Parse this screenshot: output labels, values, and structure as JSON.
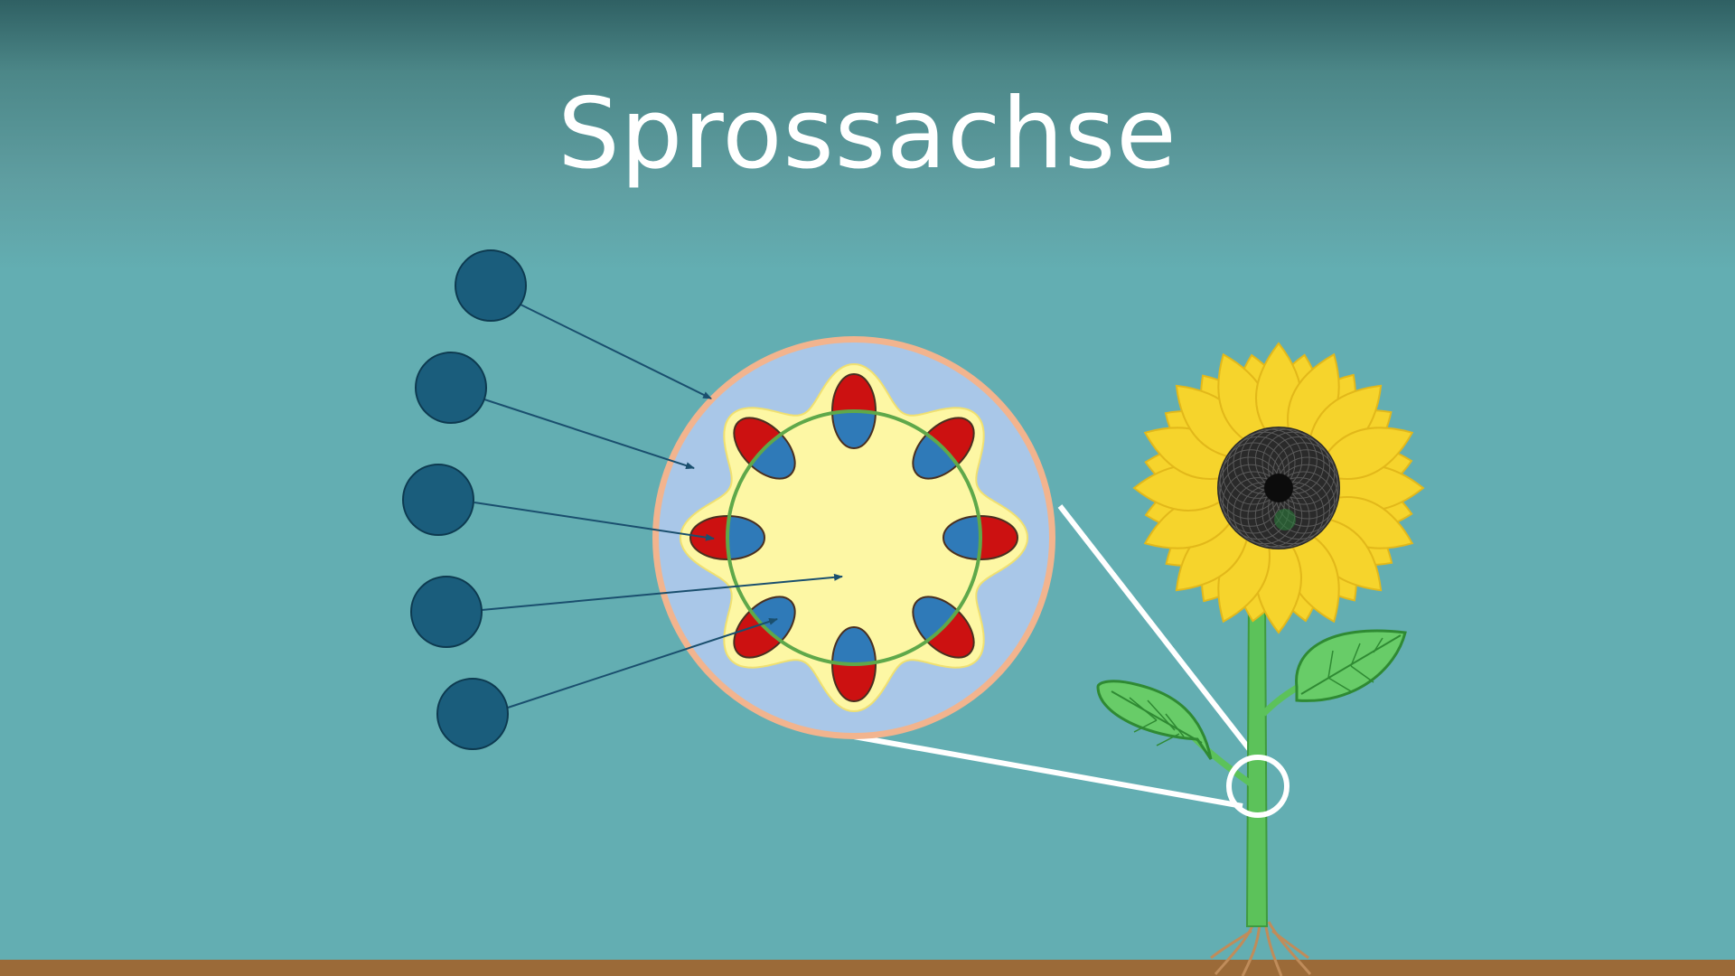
{
  "title": "Sprossachse",
  "label_markers": [
    {
      "id": "marker-1",
      "target": "epidermis"
    },
    {
      "id": "marker-2",
      "target": "cortex"
    },
    {
      "id": "marker-3",
      "target": "vascular-bundle"
    },
    {
      "id": "marker-4",
      "target": "pith"
    },
    {
      "id": "marker-5",
      "target": "cambium"
    }
  ],
  "colors": {
    "background": "#63aeb2",
    "marker": "#1a5d7c",
    "epidermis": "#f2b48e",
    "cortex": "#a9c7e8",
    "pith": "#fdf7a4",
    "xylem": "#cc1111",
    "phloem": "#2f7ab8",
    "cambium": "#5fa84a",
    "petal": "#f6d42c",
    "stem": "#5cc25a",
    "soil": "#9b6a38"
  }
}
